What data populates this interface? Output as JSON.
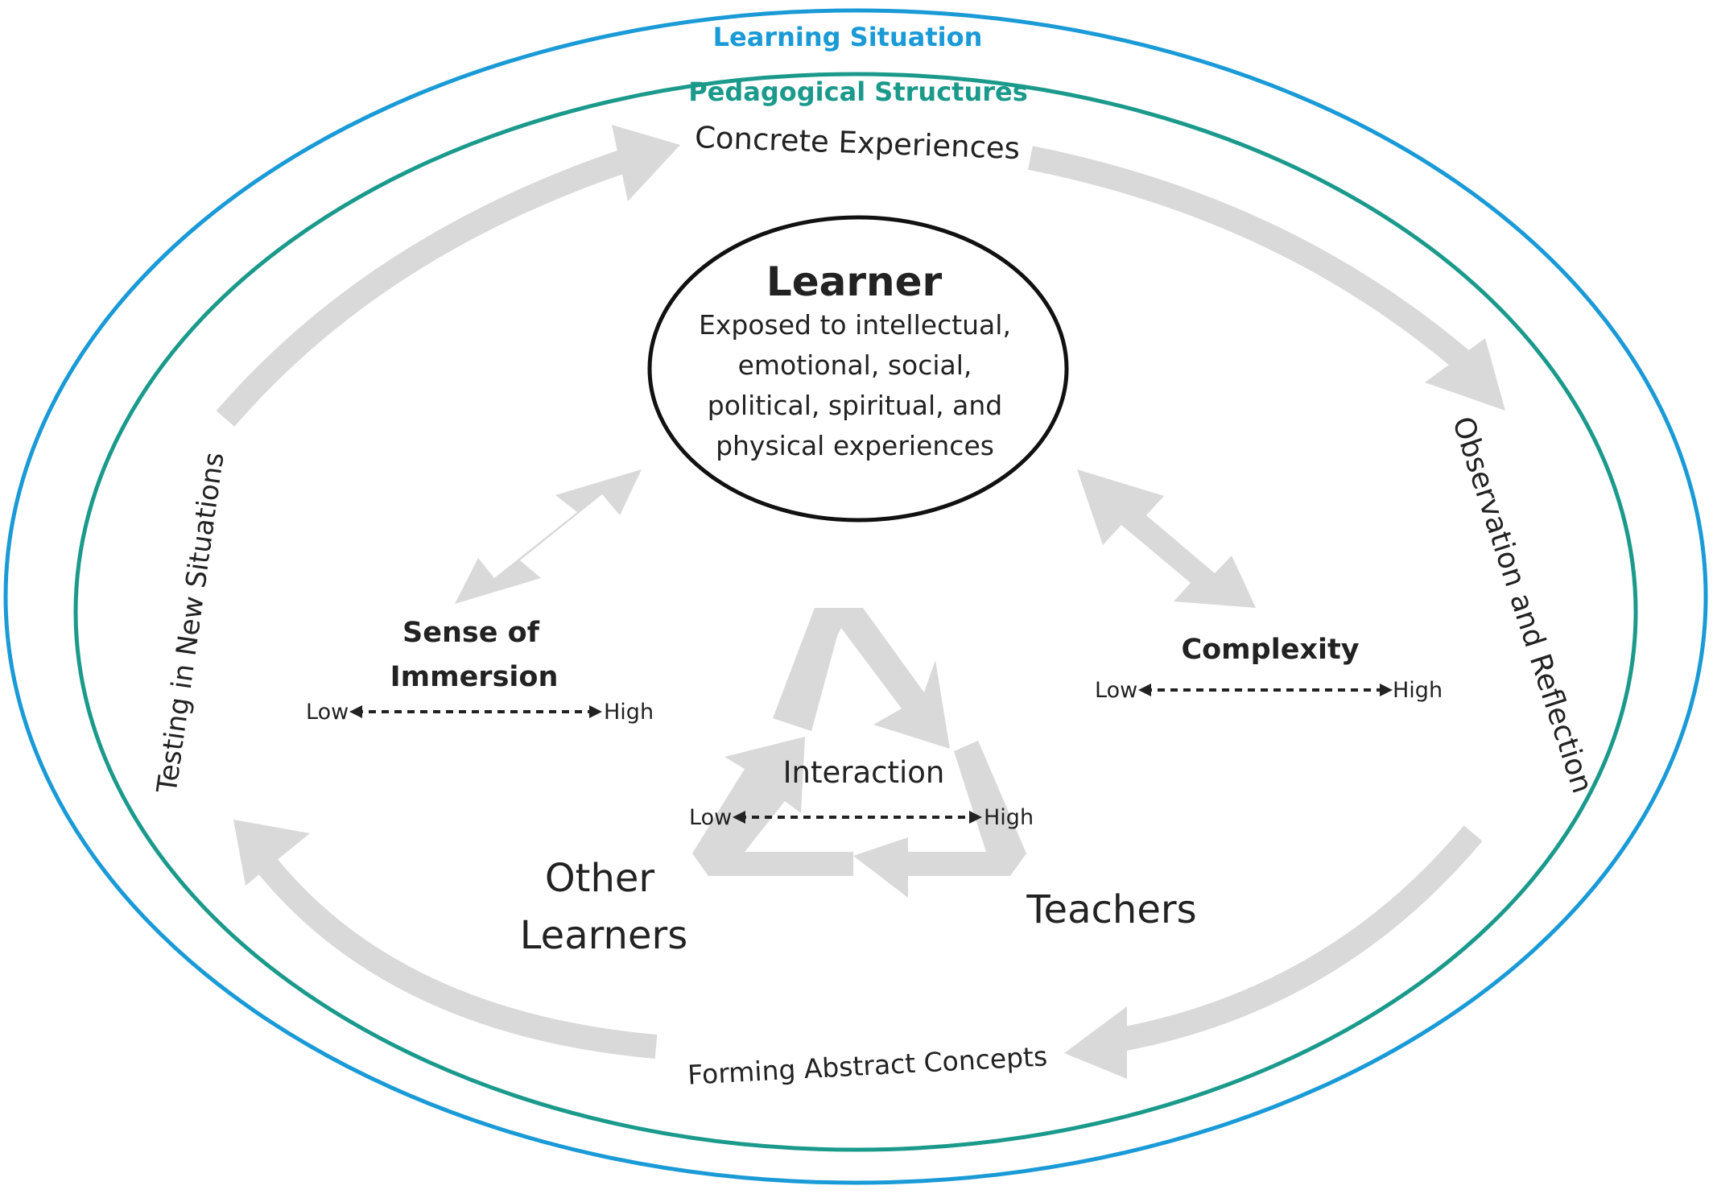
{
  "colors": {
    "learning_situation": "#1a9ad6",
    "pedagogical_structures": "#1b9a8c",
    "arrow_fill": "#d9d9d9",
    "text": "#222222"
  },
  "outer_ring": {
    "label": "Learning Situation"
  },
  "inner_ring": {
    "label": "Pedagogical Structures"
  },
  "cycle": {
    "concrete_experiences": "Concrete Experiences",
    "observation_reflection": "Observation and Reflection",
    "forming_abstract_concepts": "Forming Abstract Concepts",
    "testing_new_situations": "Testing in New Situations"
  },
  "learner": {
    "title": "Learner",
    "lines": [
      "Exposed to intellectual,",
      "emotional, social,",
      "political, spiritual, and",
      "physical experiences"
    ]
  },
  "immersion": {
    "title_line1": "Sense of",
    "title_line2": "Immersion",
    "low": "Low",
    "high": "High"
  },
  "complexity": {
    "title": "Complexity",
    "low": "Low",
    "high": "High"
  },
  "interaction": {
    "title": "Interaction",
    "low": "Low",
    "high": "High"
  },
  "other_learners": {
    "line1": "Other",
    "line2": "Learners"
  },
  "teachers": {
    "label": "Teachers"
  }
}
